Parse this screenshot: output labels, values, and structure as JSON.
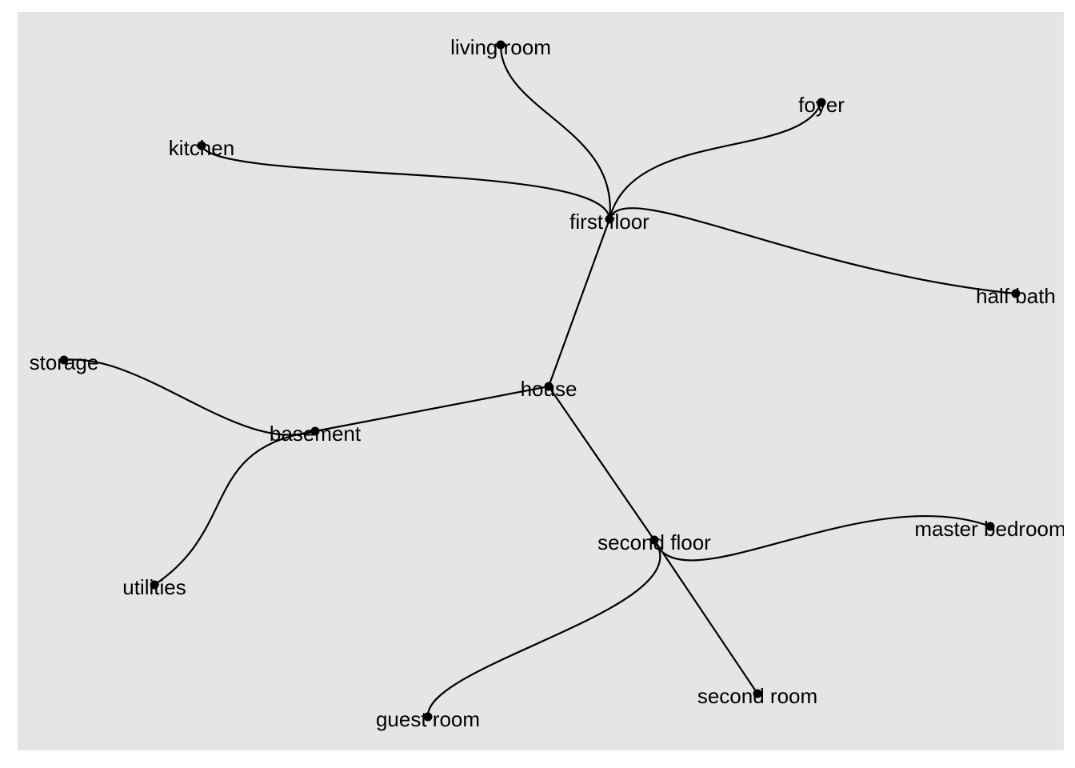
{
  "diagram": {
    "type": "tree",
    "nodes": [
      {
        "id": "house",
        "label": "house"
      },
      {
        "id": "first_floor",
        "label": "first floor"
      },
      {
        "id": "basement",
        "label": "basement"
      },
      {
        "id": "second_floor",
        "label": "second floor"
      },
      {
        "id": "living_room",
        "label": "living room"
      },
      {
        "id": "foyer",
        "label": "foyer"
      },
      {
        "id": "kitchen",
        "label": "kitchen"
      },
      {
        "id": "half_bath",
        "label": "half bath"
      },
      {
        "id": "storage",
        "label": "storage"
      },
      {
        "id": "utilities",
        "label": "utilities"
      },
      {
        "id": "master_bedroom",
        "label": "master bedroom"
      },
      {
        "id": "guest_room",
        "label": "guest room"
      },
      {
        "id": "second_room",
        "label": "second room"
      }
    ],
    "edges": [
      {
        "from": "house",
        "to": "first_floor"
      },
      {
        "from": "house",
        "to": "basement"
      },
      {
        "from": "house",
        "to": "second_floor"
      },
      {
        "from": "first_floor",
        "to": "living_room"
      },
      {
        "from": "first_floor",
        "to": "foyer"
      },
      {
        "from": "first_floor",
        "to": "kitchen"
      },
      {
        "from": "first_floor",
        "to": "half_bath"
      },
      {
        "from": "basement",
        "to": "storage"
      },
      {
        "from": "basement",
        "to": "utilities"
      },
      {
        "from": "second_floor",
        "to": "master_bedroom"
      },
      {
        "from": "second_floor",
        "to": "guest_room"
      },
      {
        "from": "second_floor",
        "to": "second_room"
      }
    ]
  }
}
